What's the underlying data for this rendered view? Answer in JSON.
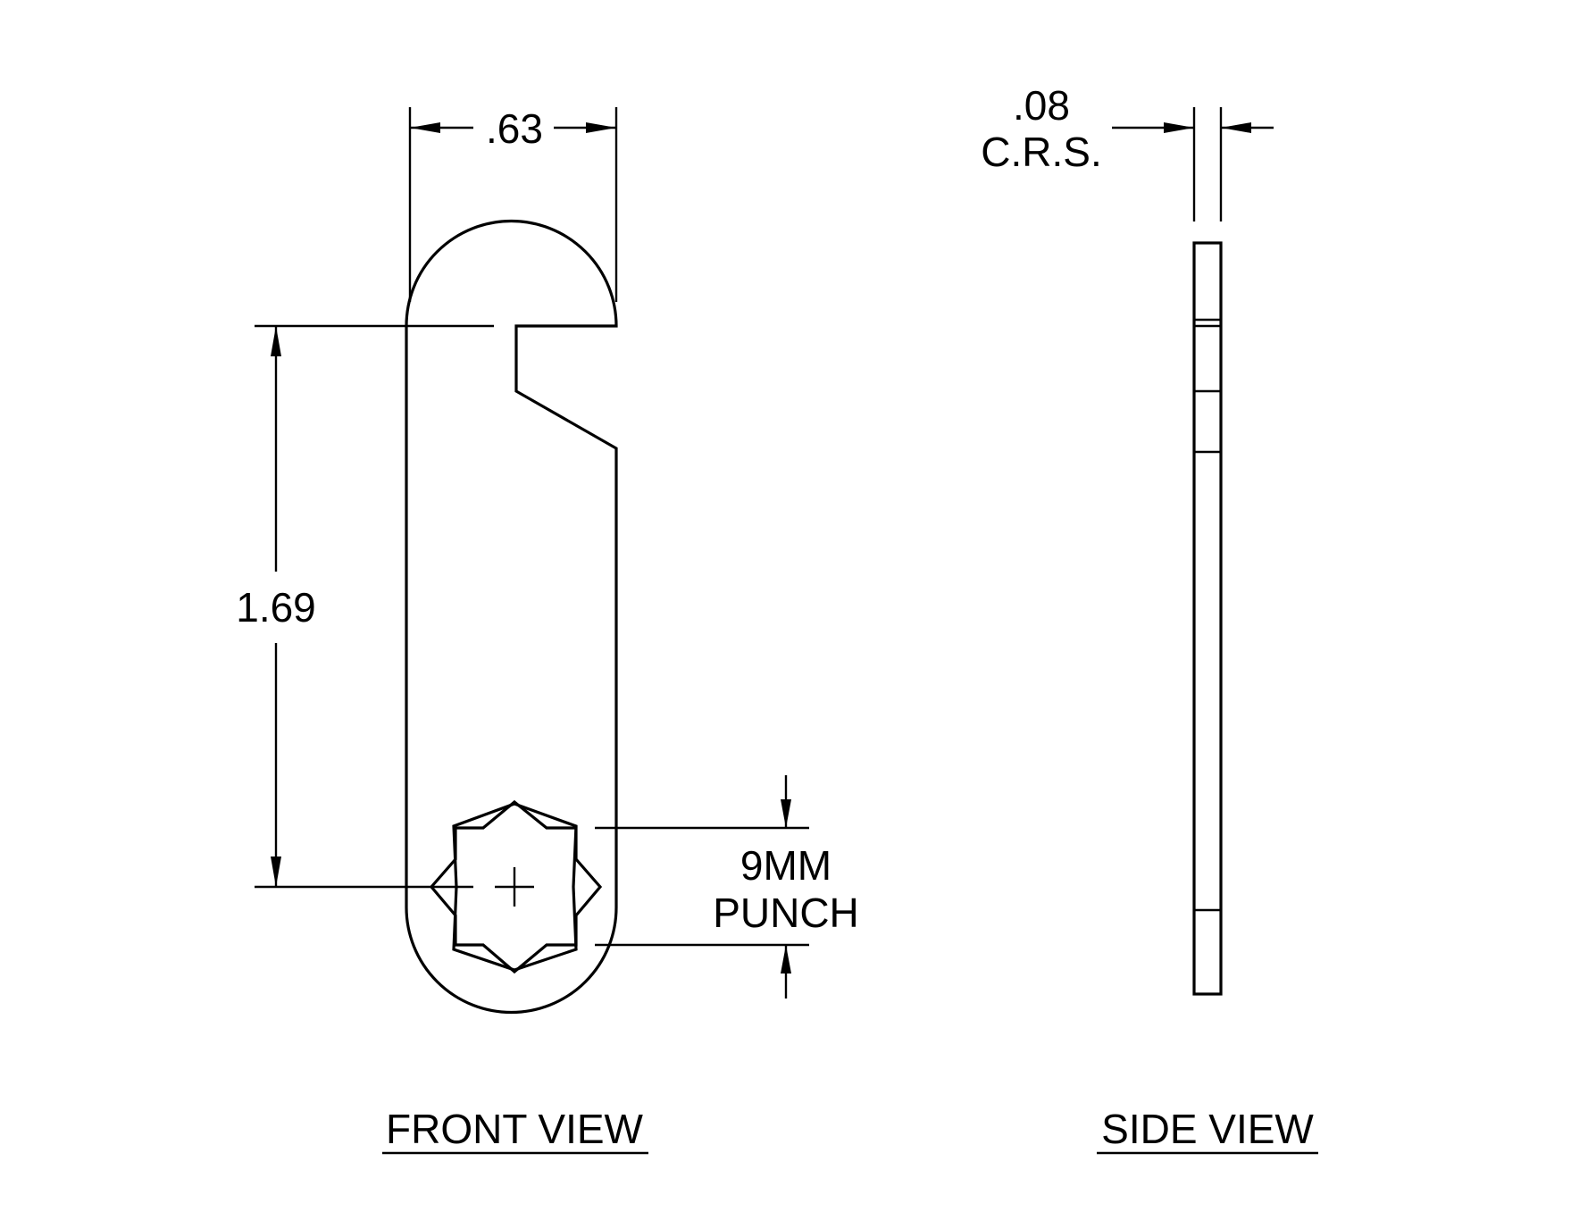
{
  "drawing": {
    "dimensions": {
      "width": ".63",
      "height": "1.69",
      "thickness": ".08",
      "material": "C.R.S.",
      "punch_line1": "9MM",
      "punch_line2": "PUNCH"
    },
    "views": {
      "front": "FRONT VIEW",
      "side": "SIDE VIEW"
    }
  }
}
